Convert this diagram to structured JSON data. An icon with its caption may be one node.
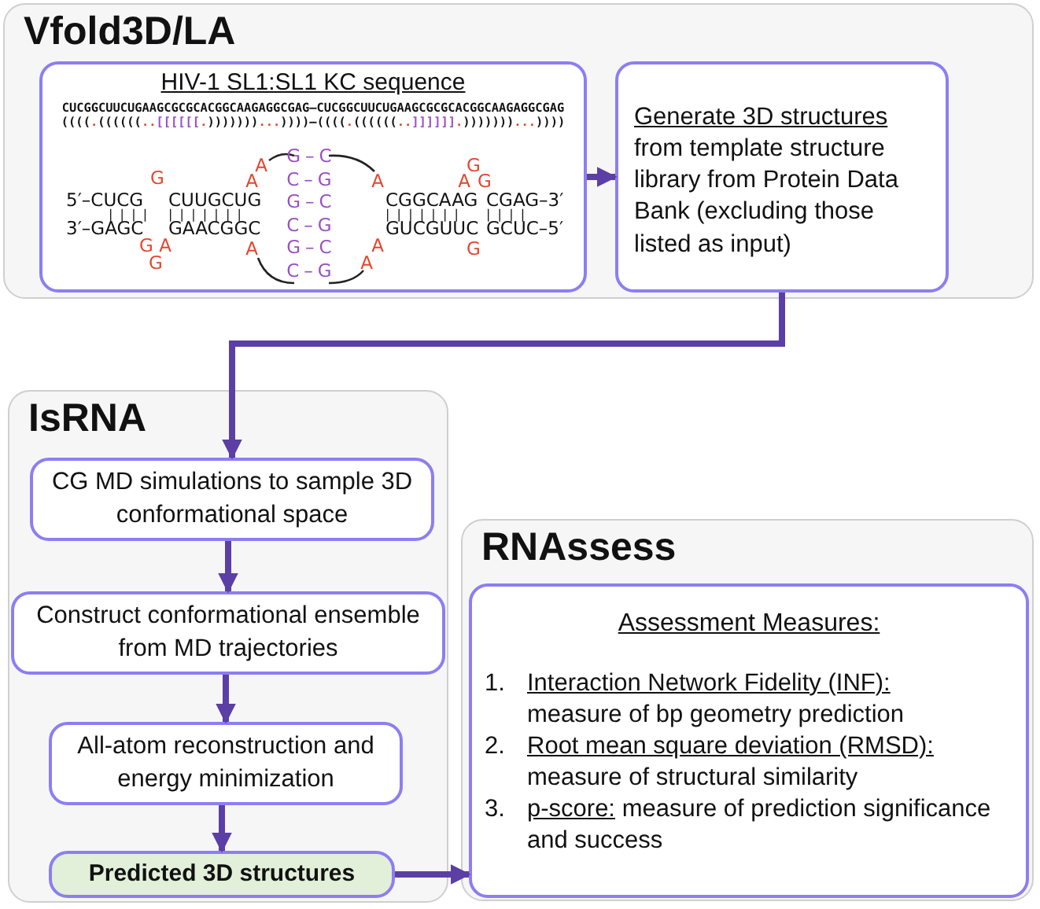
{
  "diagram": {
    "nodes": [
      {
        "text": [
          "Vfold3D/LA"
        ]
      },
      {
        "text": [
          "HIV-1 SL1:SL1 KC sequence",
          "CUCGGCUUCUGAAGCGCGCACGGCAAGAGGCGAG–CUCGGCUUCUGAAGCGCGCACGGCAAGAGGCGAG",
          "((((.((((((..[[[[[[.)))))))...))))–((((.((((((..]]]]]].)))))))...))))"
        ],
        "in": 0
      },
      {
        "text": [
          "Generate 3D structures",
          "from template structure library from Protein Data Bank (excluding those listed as input)"
        ],
        "in": 0
      },
      {
        "text": [
          "IsRNA"
        ]
      },
      {
        "text": [
          "CG MD simulations to sample 3D conformational space"
        ],
        "in": 3
      },
      {
        "text": [
          "Construct conformational ensemble from MD trajectories"
        ],
        "in": 3
      },
      {
        "text": [
          "All-atom reconstruction and energy minimization"
        ],
        "in": 3
      },
      {
        "text": [
          "Predicted 3D structures"
        ],
        "in": 3
      },
      {
        "text": [
          "RNAssess"
        ]
      },
      {
        "text": [
          "Assessment Measures:",
          "1.",
          "Interaction Network Fidelity (INF):",
          "measure of bp geometry prediction",
          "2.",
          "Root mean square deviation (RMSD):",
          "measure of structural similarity",
          "3.",
          "p-score:",
          "measure of prediction significance and success"
        ],
        "in": 8
      }
    ],
    "edges": [
      {
        "from": 1,
        "to": 2,
        "arrow": "to"
      },
      {
        "from": 2,
        "to": 4,
        "arrow": "to"
      },
      {
        "from": 4,
        "to": 5,
        "arrow": "to"
      },
      {
        "from": 5,
        "to": 6,
        "arrow": "to"
      },
      {
        "from": 6,
        "to": 7,
        "arrow": "to"
      },
      {
        "from": 7,
        "to": 9,
        "arrow": "to"
      }
    ],
    "labels": [
      "5′–CUCG",
      "CUUGCUG",
      "CGGCAAG",
      "CGAG–3′",
      "||||",
      "|||||||",
      "|||||||",
      "||||",
      "3′–GAGC",
      "GAACGGC",
      "GUCGUUC",
      "GCUC–5′",
      "A",
      "G",
      "A",
      "A",
      "G",
      "A",
      "G",
      "G",
      "A",
      "G",
      "A",
      "A",
      "A",
      "G",
      "G–C",
      "C–G",
      "G–C",
      "C–G",
      "G–C",
      "C–G"
    ]
  }
}
